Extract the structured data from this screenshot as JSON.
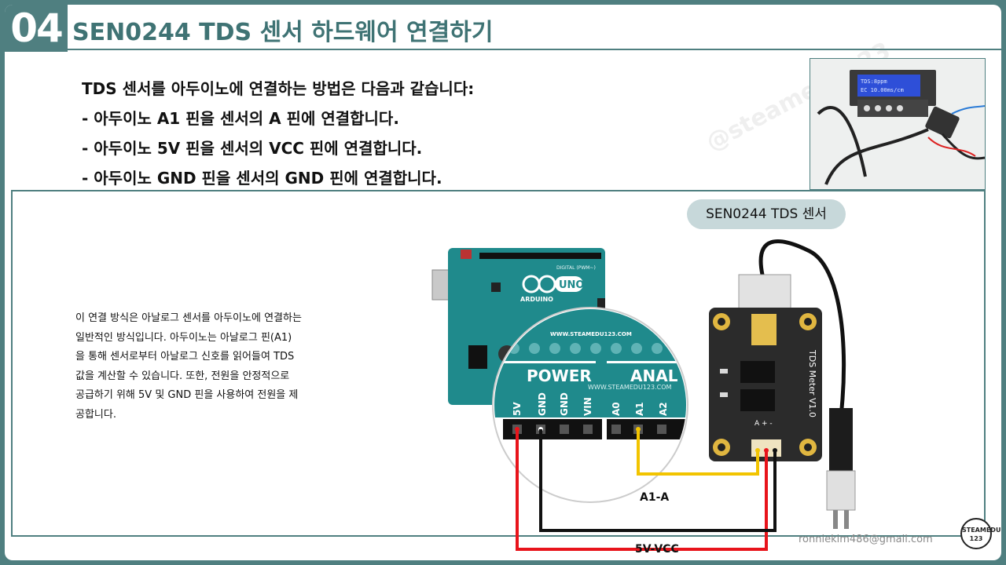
{
  "header": {
    "number": "04",
    "title": "SEN0244 TDS 센서 하드웨어 연결하기"
  },
  "intro": {
    "lead": "TDS 센서를 아두이노에 연결하는 방법은 다음과 같습니다:",
    "steps": [
      "- 아두이노 A1 핀을 센서의 A 핀에 연결합니다.",
      "- 아두이노 5V 핀을 센서의 VCC 핀에 연결합니다.",
      "- 아두이노 GND 핀을 센서의 GND 핀에 연결합니다."
    ]
  },
  "photo": {
    "lcd_line1": "TDS:8ppm",
    "lcd_line2": "EC 10.00ms/cm"
  },
  "description": {
    "lines": [
      "이 연결 방식은 아날로그 센서를 아두이노에 연결하는",
      "일반적인 방식입니다. 아두이노는 아날로그 핀(A1)",
      "을 통해 센서로부터 아날로그 신호를 읽어들여 TDS",
      "값을 계산할 수 있습니다. 또한, 전원을 안정적으로",
      "공급하기 위해 5V 및 GND 핀을 사용하여 전원을 제",
      "공합니다."
    ]
  },
  "diagram": {
    "sensor_label": "SEN0244 TDS 센서",
    "board": {
      "brand": "ARDUINO",
      "model": "UNO",
      "digital_label": "DIGITAL (PWM~)",
      "site": "WWW.STEAMEDU123.COM"
    },
    "zoom": {
      "site_top": "WWW.STEAMEDU123.COM",
      "site_mid": "WWW.STEAMEDU123.COM",
      "power": "POWER",
      "analog": "ANAL",
      "pins": [
        "5V",
        "GND",
        "GND",
        "VIN",
        "A0",
        "A1",
        "A2"
      ]
    },
    "module": {
      "name": "TDS Meter V1.0",
      "pins": "A + -"
    },
    "wire_labels": {
      "signal": "A1-A",
      "power": "5V-VCC"
    },
    "colors": {
      "signal": "#f2c400",
      "power": "#e8141b",
      "ground": "#111111",
      "board": "#1f8a8c",
      "module": "#2b2b2b"
    }
  },
  "footer": {
    "email": "ronniekim486@gmail.com",
    "logo": "STEAMEDU 123"
  }
}
